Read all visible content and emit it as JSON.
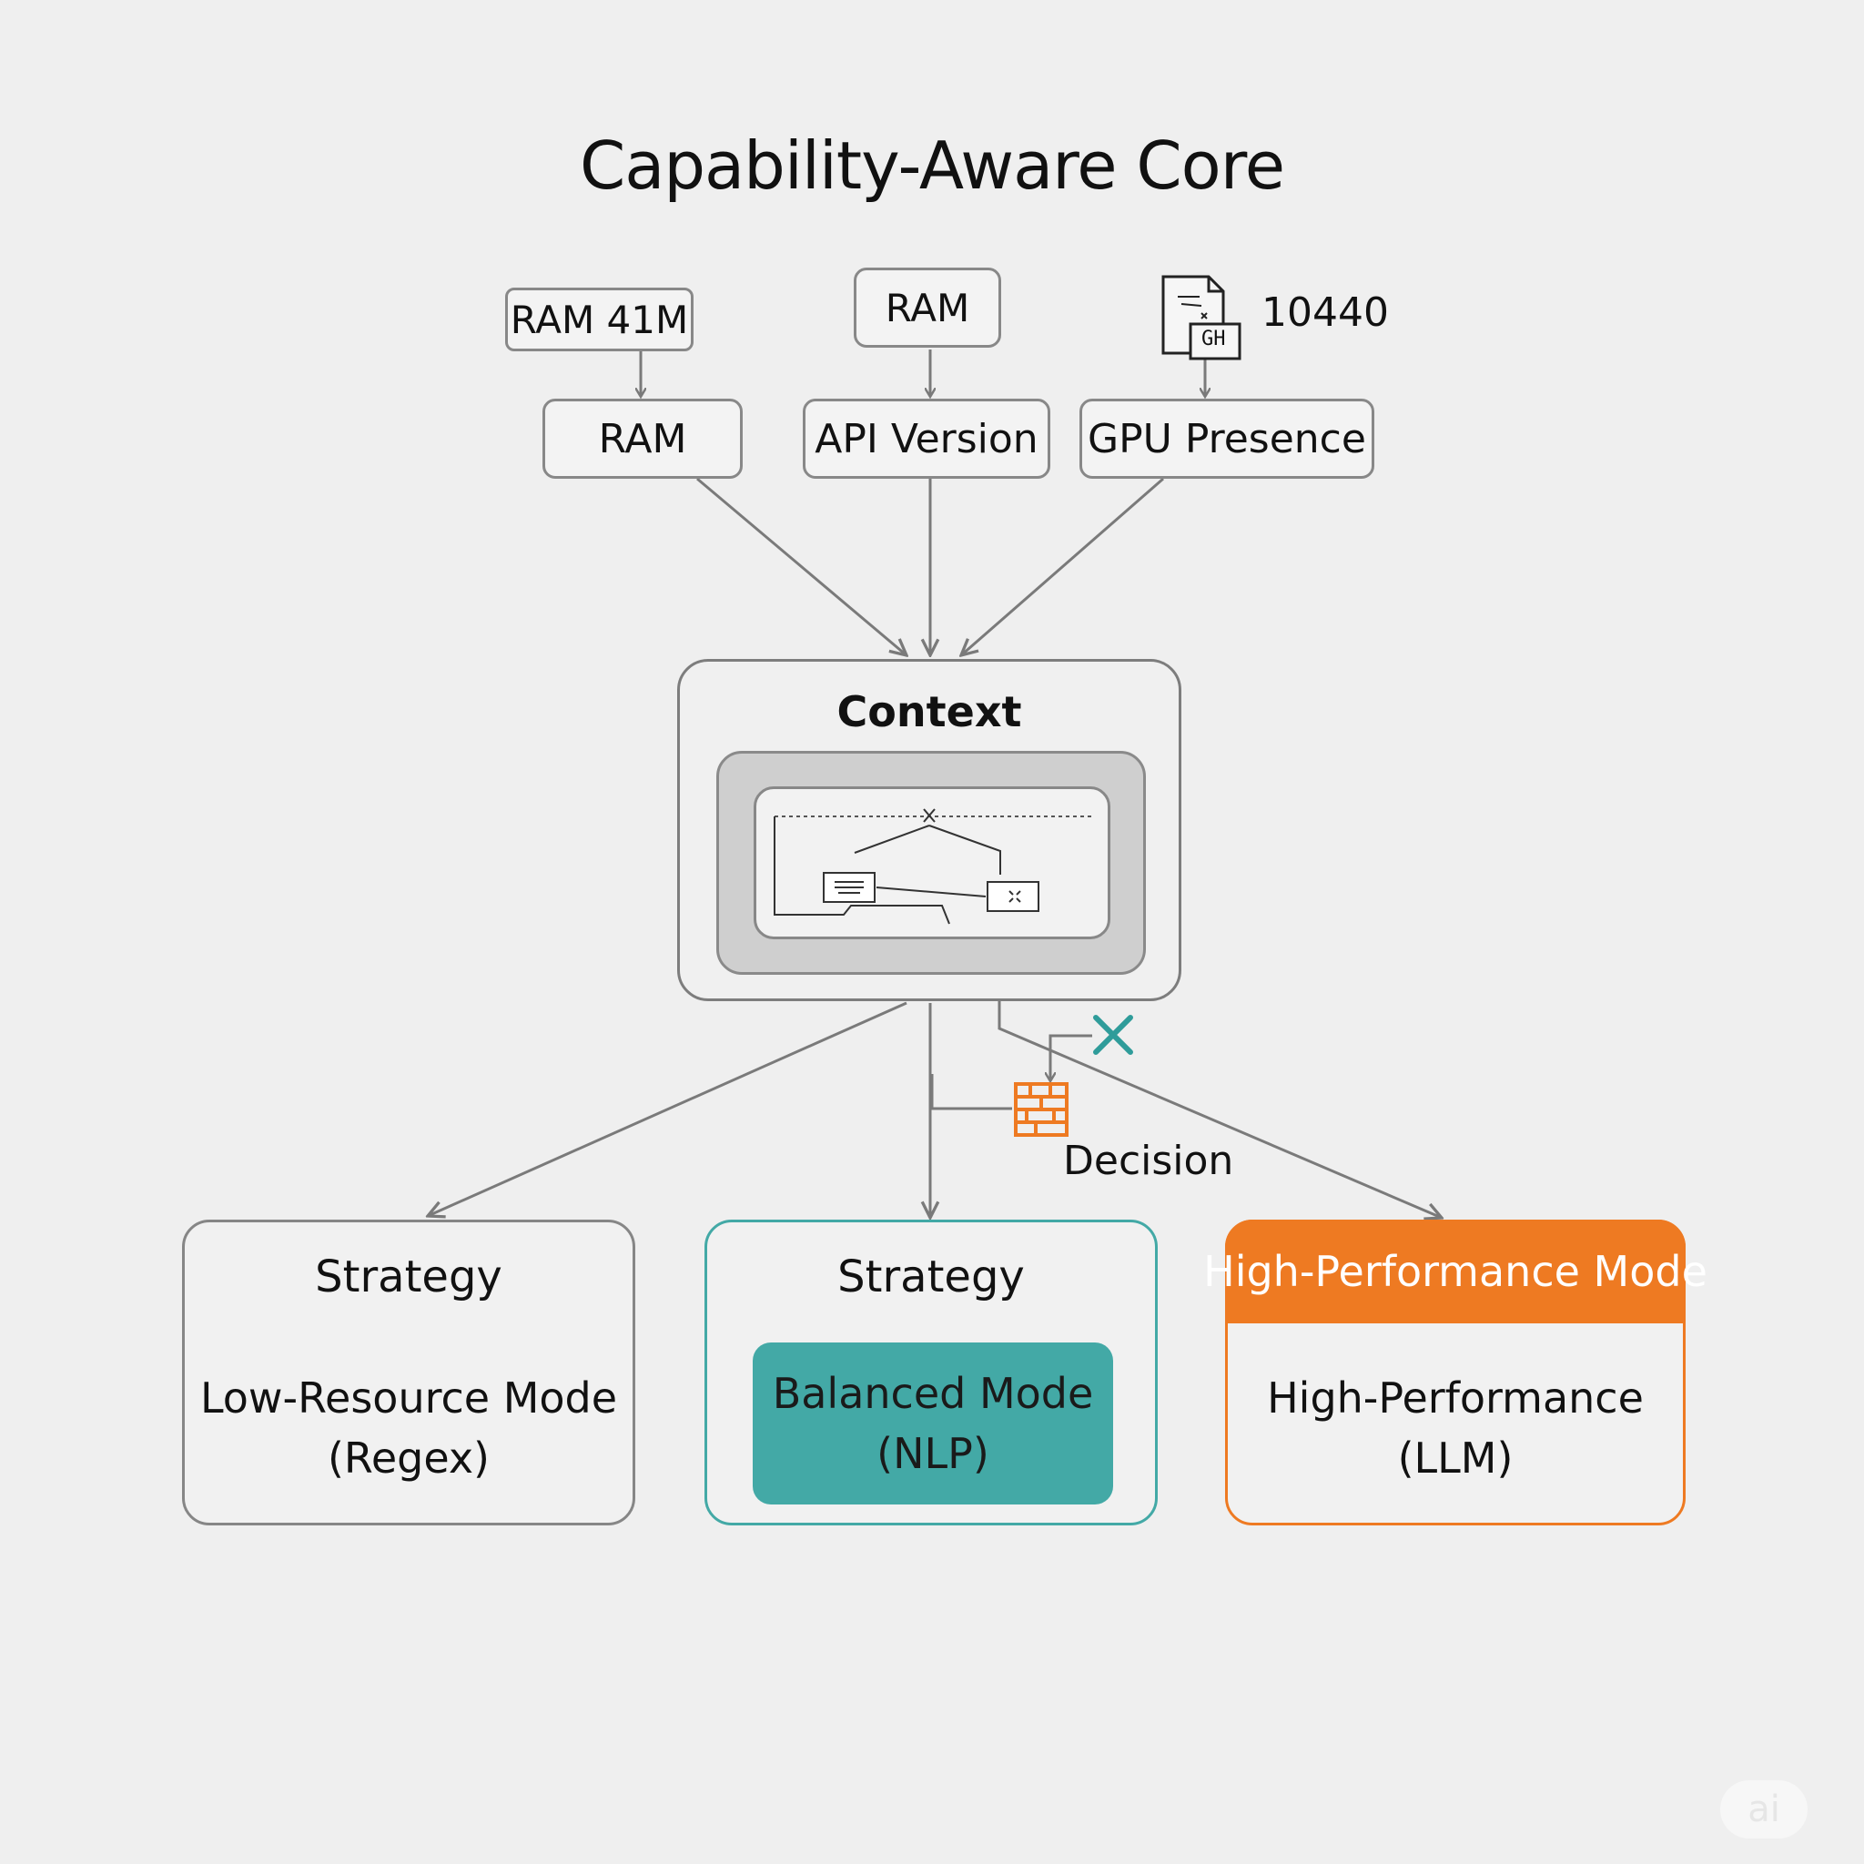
{
  "diagram": {
    "title": "Capability-Aware Core",
    "top_row": {
      "ram_41m": "RAM 41M",
      "ram": "RAM",
      "gpu_value": "10440",
      "file_icon_text": "GH"
    },
    "inputs": {
      "ram": "RAM",
      "api_version": "API Version",
      "gpu_presence": "GPU Presence"
    },
    "context": {
      "title": "Context"
    },
    "decision_label": "Decision",
    "strategies": [
      {
        "title": "Strategy",
        "line1": "Low-Resource Mode",
        "line2": "(Regex)"
      },
      {
        "title": "Strategy",
        "line1": "Balanced Mode",
        "line2": "(NLP)"
      },
      {
        "title": "High-Performance Mode",
        "line1": "High-Performance",
        "line2": "(LLM)"
      }
    ],
    "watermark": "ai",
    "colors": {
      "background": "#efefef",
      "teal": "#43a9a6",
      "orange": "#ee7a22",
      "border_gray": "#888888",
      "arrow_gray": "#7a7a7a"
    }
  }
}
